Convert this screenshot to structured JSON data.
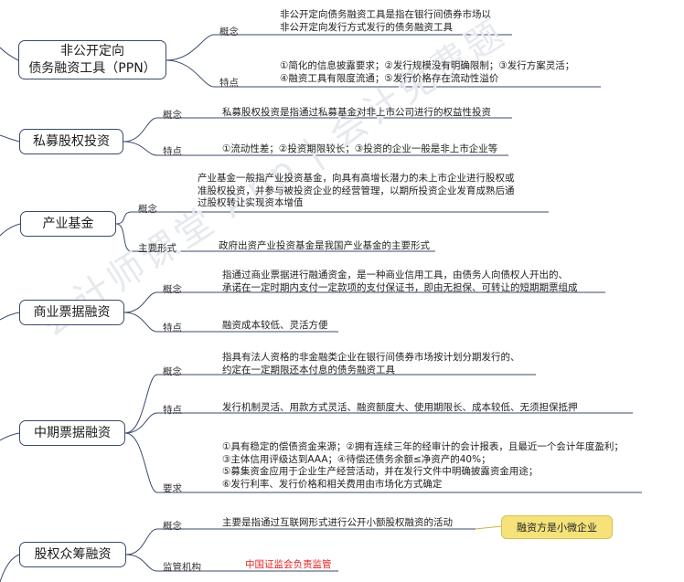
{
  "watermark": "会计师课堂 App | 会计免费题",
  "note": "融资方是小微企业",
  "sections": [
    {
      "title": [
        "非公开定向",
        "债务融资工具（PPN）"
      ],
      "items": [
        {
          "label": "概念",
          "lines": [
            "非公开定向债务融资工具是指在银行间债券市场以",
            "非公开定向发行方式发行的债务融资工具"
          ]
        },
        {
          "label": "特点",
          "lines": [
            "①简化的信息披露要求；②发行规模没有明确限制；③发行方案灵活；",
            "④融资工具有限度流通；⑤发行价格存在流动性溢价"
          ]
        }
      ]
    },
    {
      "title": [
        "私募股权投资"
      ],
      "items": [
        {
          "label": "概念",
          "lines": [
            "私募股权投资是指通过私募基金对非上市公司进行的权益性投资"
          ]
        },
        {
          "label": "特点",
          "lines": [
            "①流动性差；②投资期限较长；③投资的企业一般是非上市企业等"
          ]
        }
      ]
    },
    {
      "title": [
        "产业基金"
      ],
      "items": [
        {
          "label": "概念",
          "lines": [
            "产业基金一般指产业投资基金，向具有高增长潜力的未上市企业进行股权或",
            "准股权投资，并参与被投资企业的经营管理，以期所投资企业发育成熟后通",
            "过股权转让实现资本增值"
          ]
        },
        {
          "label": "主要形式",
          "lines": [
            "政府出资产业投资基金是我国产业基金的主要形式"
          ]
        }
      ]
    },
    {
      "title": [
        "商业票据融资"
      ],
      "items": [
        {
          "label": "概念",
          "lines": [
            "指通过商业票据进行融通资金，是一种商业信用工具，由债务人向债权人开出的、",
            "承诺在一定时期内支付一定款项的支付保证书，即由无担保、可转让的短期期票组成"
          ]
        },
        {
          "label": "特点",
          "lines": [
            "融资成本较低、灵活方便"
          ]
        }
      ]
    },
    {
      "title": [
        "中期票据融资"
      ],
      "items": [
        {
          "label": "概念",
          "lines": [
            "指具有法人资格的非金融类企业在银行间债券市场按计划分期发行的、",
            "约定在一定期限还本付息的债务融资工具"
          ]
        },
        {
          "label": "特点",
          "lines": [
            "发行机制灵活、用款方式灵活、融资额度大、使用期限长、成本较低、无须担保抵押"
          ]
        },
        {
          "label": "要求",
          "lines": [
            "①具有稳定的偿债资金来源；②拥有连续三年的经审计的会计报表，且最近一个会计年度盈利；",
            "③主体信用评级达到AAA；④待偿还债务余额≤净资产的40%；",
            "⑤募集资金应用于企业生产经营活动，并在发行文件中明确披露资金用途；",
            "⑥发行利率、发行价格和相关费用由市场化方式确定"
          ]
        }
      ]
    },
    {
      "title": [
        "股权众筹融资"
      ],
      "items": [
        {
          "label": "概念",
          "lines": [
            "主要是指通过互联网形式进行公开小额股权融资的活动"
          ]
        },
        {
          "label": "监管机构",
          "lines": [
            "中国证监会负责监管"
          ]
        }
      ]
    }
  ]
}
